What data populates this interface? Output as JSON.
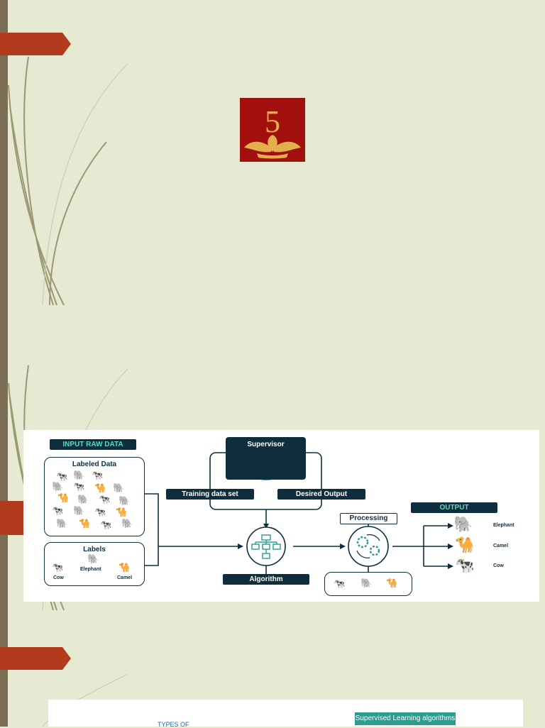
{
  "colors": {
    "background": "#e6ead2",
    "accent": "#b23a1d",
    "navy": "#0f2e3d",
    "teal": "#5fd9c0",
    "logo_bg": "#a2100e"
  },
  "logo": {
    "icon": "lotus-five-emblem-icon",
    "numeral": "5"
  },
  "diagram": {
    "input_header": "INPUT RAW DATA",
    "labeled_data_title": "Labeled Data",
    "labels_title": "Labels",
    "labels": [
      "Cow",
      "Elephant",
      "Camel"
    ],
    "supervisor": "Supervisor",
    "training_data": "Training data set",
    "desired_output": "Desired Output",
    "algorithm": "Algorithm",
    "processing": "Processing",
    "output_header": "OUTPUT",
    "outputs": [
      "Elephant",
      "Camel",
      "Cow"
    ]
  },
  "bottom_card": {
    "algorithms_label": "Supervised Learning algorithms",
    "partial_text": "TYPES OF"
  }
}
